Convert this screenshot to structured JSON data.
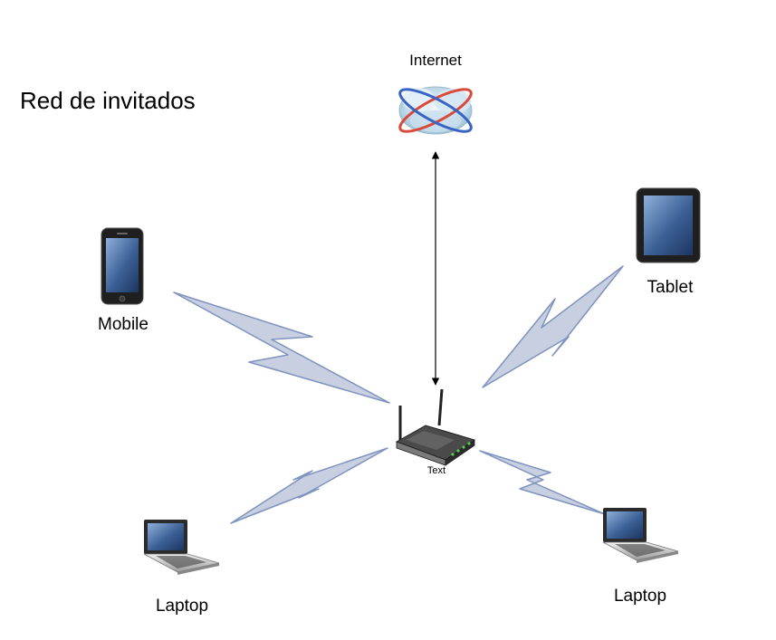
{
  "diagram": {
    "title": "Red de invitados",
    "nodes": {
      "internet": {
        "label": "Internet",
        "icon": "cloud-globe-icon"
      },
      "router": {
        "label": "Text",
        "icon": "wireless-router-icon"
      },
      "mobile": {
        "label": "Mobile",
        "icon": "smartphone-icon"
      },
      "tablet": {
        "label": "Tablet",
        "icon": "tablet-icon"
      },
      "laptop_left": {
        "label": "Laptop",
        "icon": "laptop-icon"
      },
      "laptop_right": {
        "label": "Laptop",
        "icon": "laptop-icon"
      }
    },
    "edges": [
      {
        "from": "router",
        "to": "internet",
        "style": "bidirectional-arrow"
      },
      {
        "from": "router",
        "to": "mobile",
        "style": "wireless-link"
      },
      {
        "from": "router",
        "to": "tablet",
        "style": "wireless-link"
      },
      {
        "from": "router",
        "to": "laptop_left",
        "style": "wireless-link"
      },
      {
        "from": "router",
        "to": "laptop_right",
        "style": "wireless-link"
      }
    ],
    "colors": {
      "bolt_fill": "#c7cfe0",
      "bolt_stroke": "#7f93bf",
      "screen": "#3a5a8a",
      "device_body": "#2b2b2b"
    }
  }
}
